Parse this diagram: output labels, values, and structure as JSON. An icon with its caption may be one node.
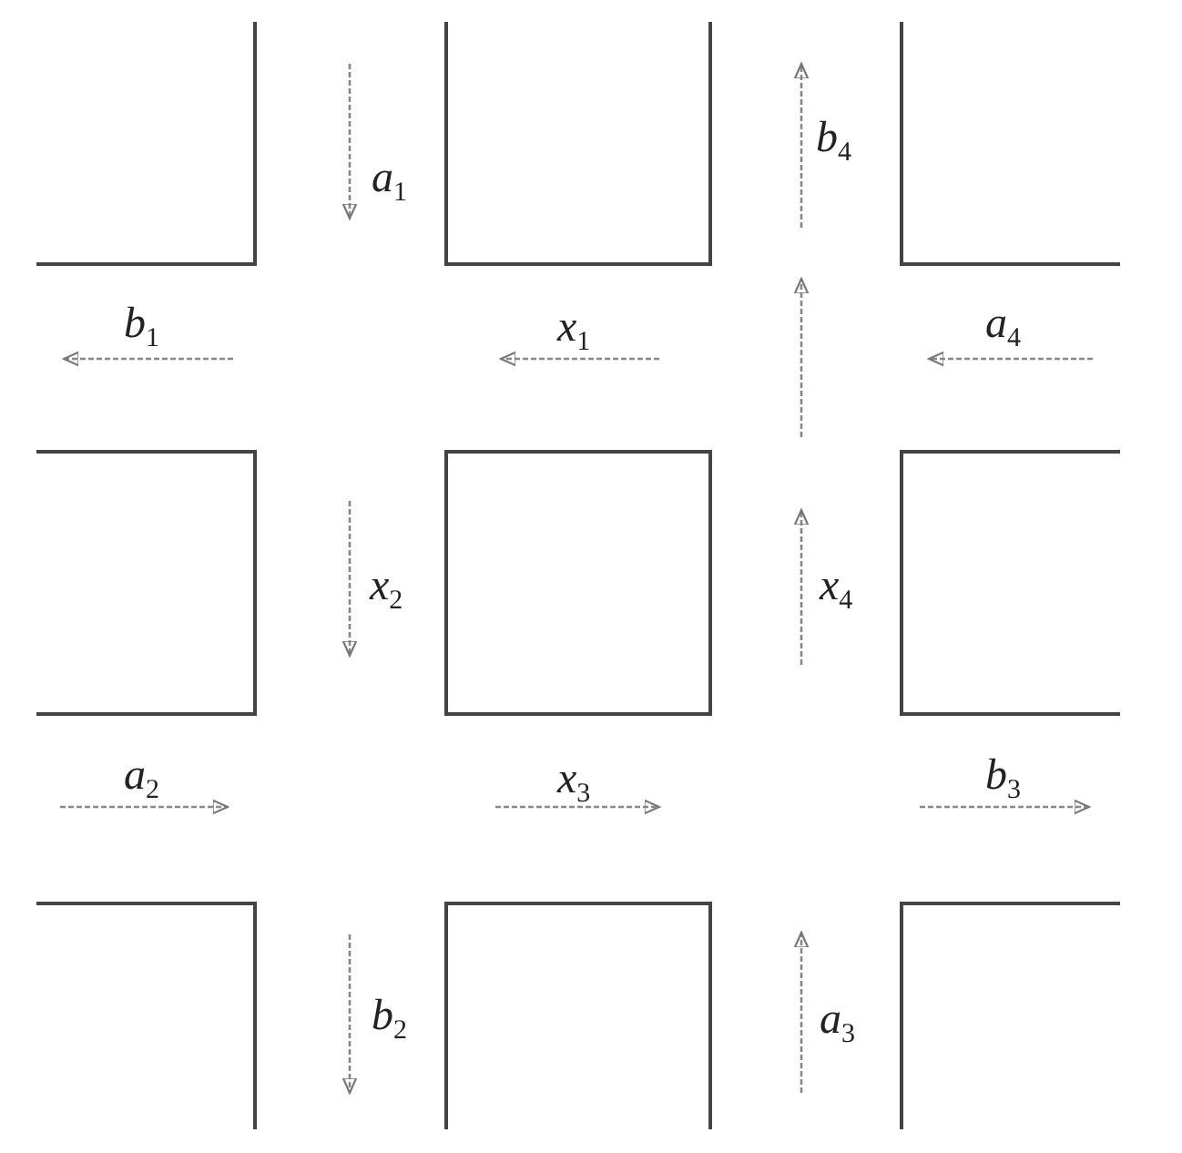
{
  "diagram": {
    "labels": [
      "a$_{1}$",
      "b$_{4}$",
      "b$_{1}$",
      "x$_{1}$",
      "a$_{4}$",
      "x$_{2}$",
      "x$_{4}$",
      "a$_{2}$",
      "x$_{3}$",
      "b$_{3}$",
      "b$_{2}$",
      "a$_{3}$"
    ]
  }
}
